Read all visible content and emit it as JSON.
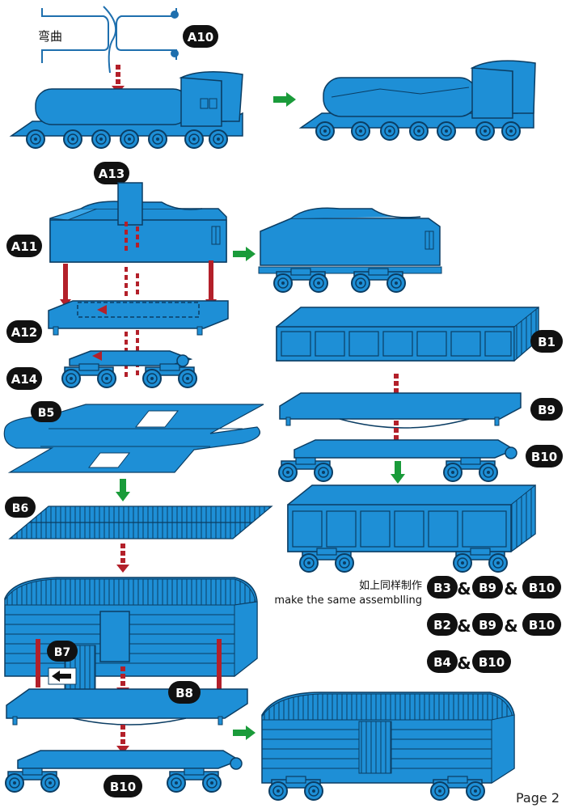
{
  "page": {
    "number_label": "Page 2"
  },
  "notes": {
    "bend_cn": "弯曲",
    "same_cn": "如上同样制作",
    "same_en": "make the same assemblling"
  },
  "parts": {
    "a10": "A10",
    "a11": "A11",
    "a12": "A12",
    "a13": "A13",
    "a14": "A14",
    "b1": "B1",
    "b5": "B5",
    "b6": "B6",
    "b7": "B7",
    "b8": "B8",
    "b9": "B9",
    "b10_right": "B10",
    "b10_bottom": "B10"
  },
  "combos": [
    {
      "a": "B3",
      "b": "B9",
      "c": "B10"
    },
    {
      "a": "B2",
      "b": "B9",
      "c": "B10"
    },
    {
      "a": "B4",
      "b": "B10"
    }
  ],
  "combo_joiner": "&",
  "colors": {
    "model_blue": "#1e8fd6",
    "outline": "#0b3d63",
    "arrow_green": "#1a9b3a",
    "arrow_red": "#b3202a",
    "badge_black": "#111111"
  }
}
